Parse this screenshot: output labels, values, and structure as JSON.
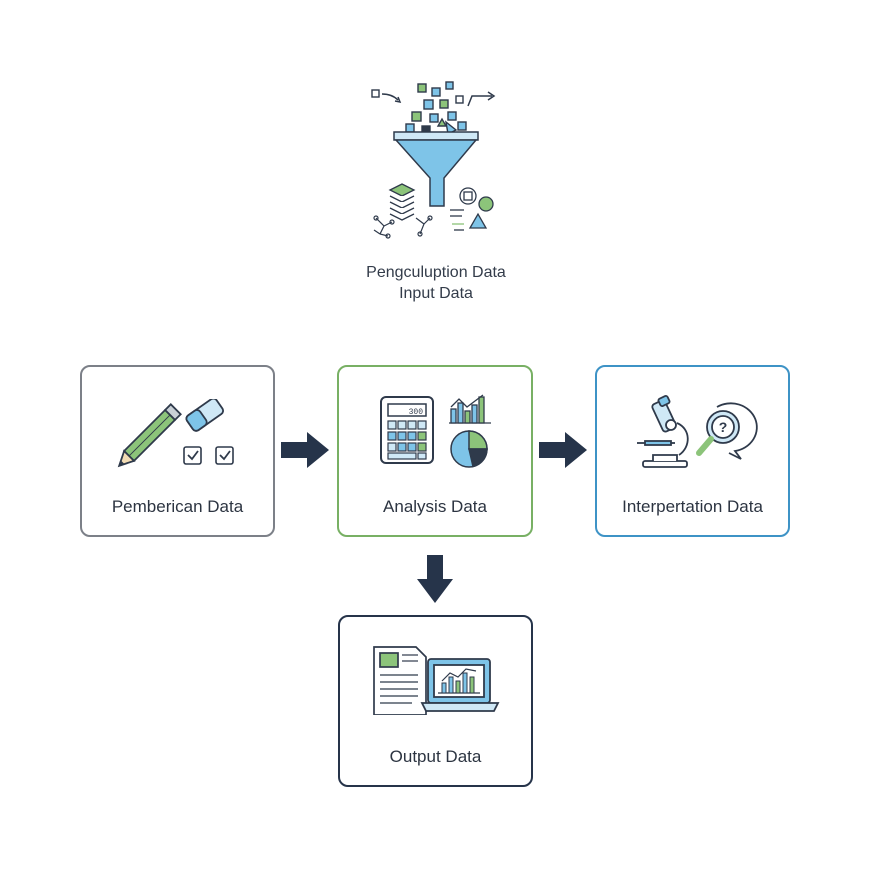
{
  "input_stage": {
    "label_line1": "Pengculuption Data",
    "label_line2": "Input Data",
    "icon": "funnel-data-icon"
  },
  "stages": {
    "pemberian": {
      "label": "Pemberican Data",
      "icon": "pencil-eraser-checkbox-icon",
      "border_color": "#7c8088"
    },
    "analysis": {
      "label": "Analysis Data",
      "icon": "calculator-chart-icon",
      "border_color": "#78b064"
    },
    "interpretation": {
      "label": "Interpertation Data",
      "icon": "microscope-magnifier-icon",
      "border_color": "#3e93c6"
    },
    "output": {
      "label": "Output Data",
      "icon": "document-laptop-chart-icon",
      "border_color": "#26344a"
    }
  },
  "colors": {
    "arrow": "#26344a",
    "accent_blue": "#7ec4e8",
    "accent_green": "#8cc47a",
    "ink": "#2f3a4b"
  }
}
